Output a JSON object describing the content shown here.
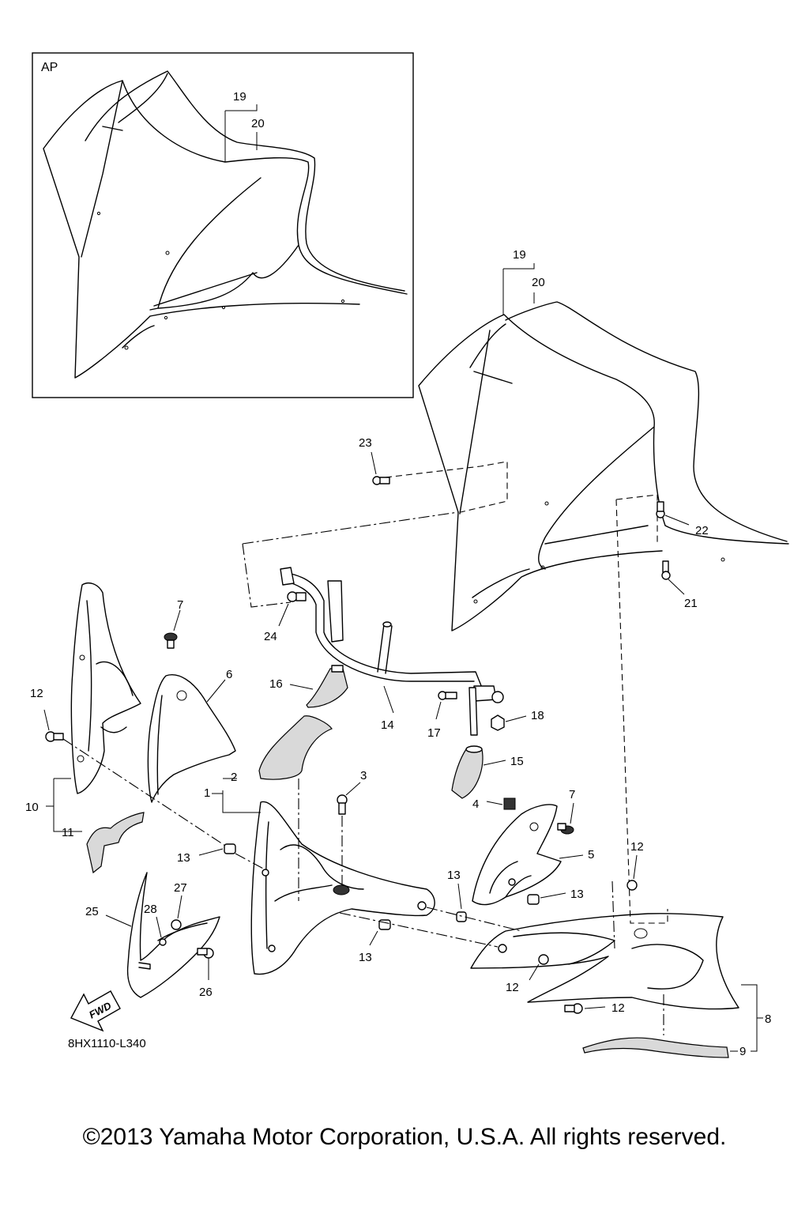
{
  "inset": {
    "label": "AP"
  },
  "callouts": {
    "c1": "1",
    "c2": "2",
    "c3": "3",
    "c4": "4",
    "c5": "5",
    "c6": "6",
    "c7a": "7",
    "c7b": "7",
    "c8": "8",
    "c9": "9",
    "c10": "10",
    "c11": "11",
    "c12a": "12",
    "c12b": "12",
    "c12c": "12",
    "c12d": "12",
    "c13a": "13",
    "c13b": "13",
    "c13c": "13",
    "c13d": "13",
    "c14": "14",
    "c15": "15",
    "c16": "16",
    "c17": "17",
    "c18": "18",
    "c19a": "19",
    "c20a": "20",
    "c19b": "19",
    "c20b": "20",
    "c21": "21",
    "c22": "22",
    "c23": "23",
    "c24": "24",
    "c25": "25",
    "c26": "26",
    "c27": "27",
    "c28": "28"
  },
  "fwd_badge": "FWD",
  "diagram_code": "8HX1110-L340",
  "copyright": "©2013 Yamaha Motor Corporation, U.S.A. All rights reserved."
}
